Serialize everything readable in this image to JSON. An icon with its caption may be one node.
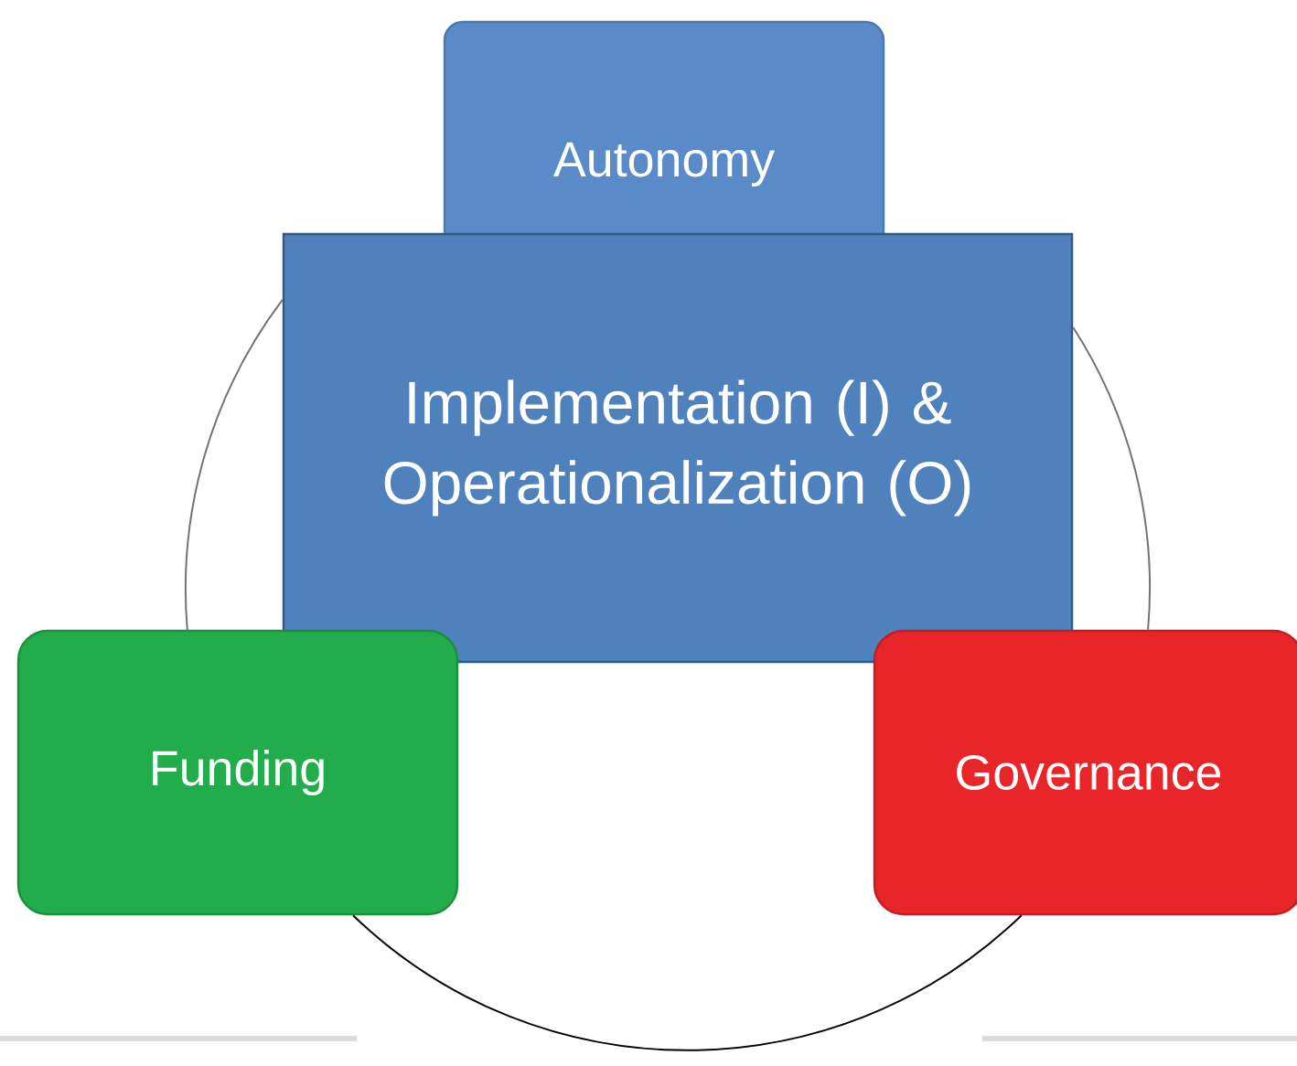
{
  "diagram": {
    "nodes": [
      {
        "text": [
          "Autonomy"
        ]
      },
      {
        "text": [
          "Implementation (I) & Operationalization (O)"
        ]
      },
      {
        "text": [
          "Funding"
        ]
      },
      {
        "text": [
          "Governance"
        ]
      }
    ],
    "edges": [
      {
        "from": 1,
        "to": 2,
        "arrow": "none"
      },
      {
        "from": 2,
        "to": 3,
        "arrow": "none",
        "color": "#000000"
      },
      {
        "from": 1,
        "to": 3,
        "arrow": "none"
      }
    ]
  }
}
